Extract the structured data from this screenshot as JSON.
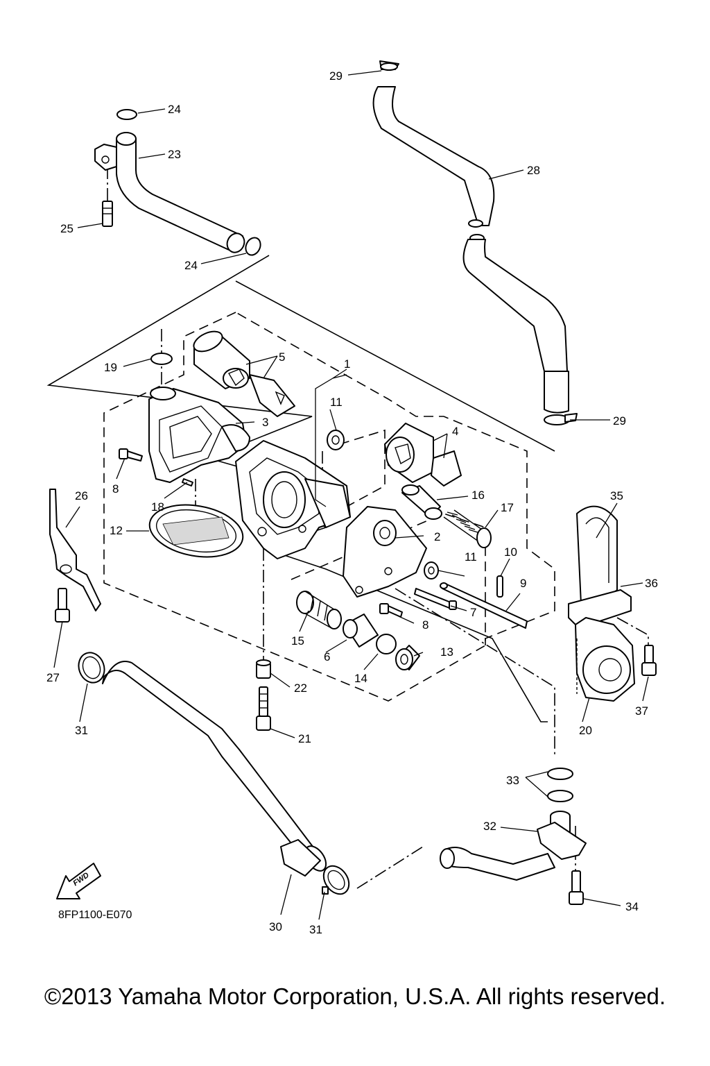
{
  "diagram_code": "8FP1100-E070",
  "fwd_label": "FWD",
  "copyright": "©2013 Yamaha Motor Corporation, U.S.A. All rights reserved.",
  "callouts": {
    "c1": "1",
    "c2": "2",
    "c3": "3",
    "c4": "4",
    "c5": "5",
    "c6": "6",
    "c7": "7",
    "c8a": "8",
    "c8b": "8",
    "c9": "9",
    "c10": "10",
    "c11a": "11",
    "c11b": "11",
    "c12": "12",
    "c13": "13",
    "c14": "14",
    "c15": "15",
    "c16": "16",
    "c17": "17",
    "c18": "18",
    "c19": "19",
    "c20": "20",
    "c21": "21",
    "c22": "22",
    "c23": "23",
    "c24a": "24",
    "c24b": "24",
    "c25": "25",
    "c26": "26",
    "c27": "27",
    "c28": "28",
    "c29a": "29",
    "c29b": "29",
    "c30": "30",
    "c31a": "31",
    "c31b": "31",
    "c32": "32",
    "c33": "33",
    "c34": "34",
    "c35": "35",
    "c36": "36",
    "c37": "37"
  }
}
